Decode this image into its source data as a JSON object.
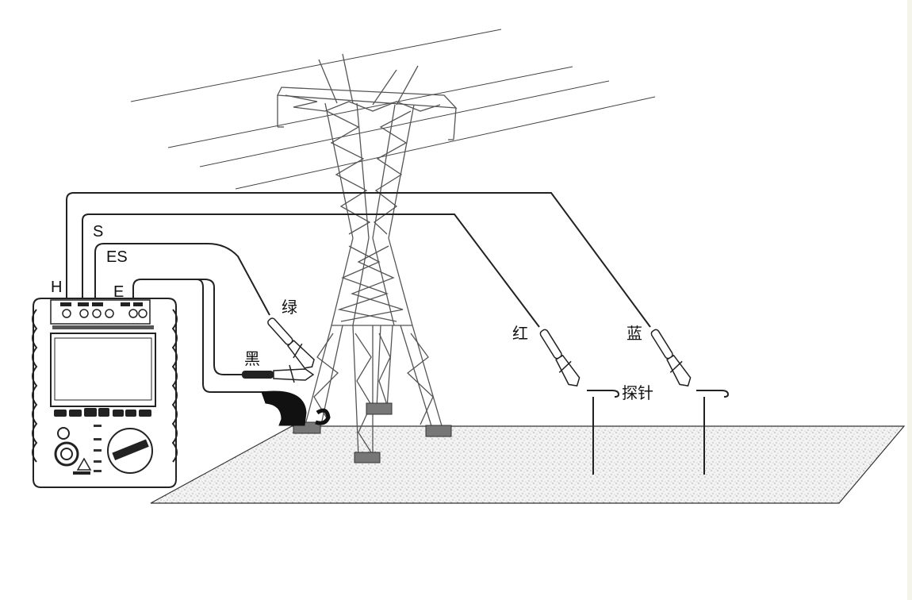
{
  "terminals": {
    "h": "H",
    "s": "S",
    "es": "ES",
    "e": "E"
  },
  "clip_labels": {
    "green": "绿",
    "black": "黑",
    "red": "红",
    "blue": "蓝"
  },
  "probe_label": "探针",
  "colors": {
    "ink": "#222222",
    "ground_fill": "#ececec",
    "tower": "#555555"
  }
}
